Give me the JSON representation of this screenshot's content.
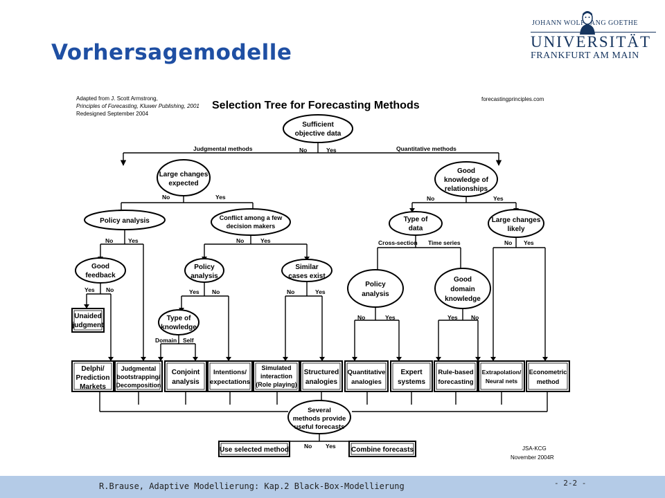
{
  "slide": {
    "title": "Vorhersagemodelle",
    "logo": {
      "top": "JOHANN WOLFGANG GOETHE",
      "main": "UNIVERSITÄT",
      "city": "FRANKFURT AM MAIN"
    }
  },
  "diagram": {
    "credit": [
      "Adapted from J. Scott Armstrong,",
      "Principles of Forecasting, Kluwer Publishing, 2001",
      "Redesigned September 2004"
    ],
    "title": "Selection Tree for Forecasting Methods",
    "source": "forecastingprinciples.com",
    "signature": [
      "JSA-KCG",
      "November 2004R"
    ],
    "nodes": {
      "sufficient": [
        "Sufficient",
        "objective data"
      ],
      "large_changes": [
        "Large changes",
        "expected"
      ],
      "good_knowledge": [
        "Good",
        "knowledge of",
        "relationships"
      ],
      "policy_analysis_1": [
        "Policy analysis"
      ],
      "conflict": [
        "Conflict among a few",
        "decision makers"
      ],
      "type_of_data": [
        "Type of",
        "data"
      ],
      "large_changes_likely": [
        "Large changes",
        "likely"
      ],
      "good_feedback": [
        "Good",
        "feedback"
      ],
      "policy_analysis_2": [
        "Policy",
        "analysis"
      ],
      "similar_cases": [
        "Similar",
        "cases exist"
      ],
      "policy_analysis_3": [
        "Policy",
        "analysis"
      ],
      "good_domain": [
        "Good",
        "domain",
        "knowledge"
      ],
      "type_of_knowledge": [
        "Type of",
        "knowledge"
      ],
      "several_methods": [
        "Several",
        "methods provide",
        "useful forecasts"
      ]
    },
    "methods": {
      "unaided": [
        "Unaided",
        "judgment"
      ],
      "delphi": [
        "Delphi/",
        "Prediction",
        "Markets"
      ],
      "bootstrapping": [
        "Judgmental",
        "bootstrapping/",
        "Decomposition"
      ],
      "conjoint": [
        "Conjoint",
        "analysis"
      ],
      "intentions": [
        "Intentions/",
        "expectations"
      ],
      "simulated": [
        "Simulated",
        "interaction",
        "(Role playing)"
      ],
      "structured": [
        "Structured",
        "analogies"
      ],
      "quantitative": [
        "Quantitative",
        "analogies"
      ],
      "expert": [
        "Expert",
        "systems"
      ],
      "rule_based": [
        "Rule-based",
        "forecasting"
      ],
      "extrapolation": [
        "Extrapolation/",
        "Neural nets"
      ],
      "econometric": [
        "Econometric",
        "method"
      ]
    },
    "outcomes": {
      "use_selected": "Use selected method",
      "combine": "Combine forecasts"
    },
    "edge_labels": {
      "no": "No",
      "yes": "Yes",
      "judgmental": "Judgmental methods",
      "quantitative": "Quantitative methods",
      "cross_section": "Cross-section",
      "time_series": "Time series",
      "domain": "Domain",
      "self": "Self"
    }
  },
  "footer": {
    "left": "R.Brause, Adaptive Modellierung: Kap.2  Black-Box-Modellierung",
    "right": "- 2-2 -"
  }
}
